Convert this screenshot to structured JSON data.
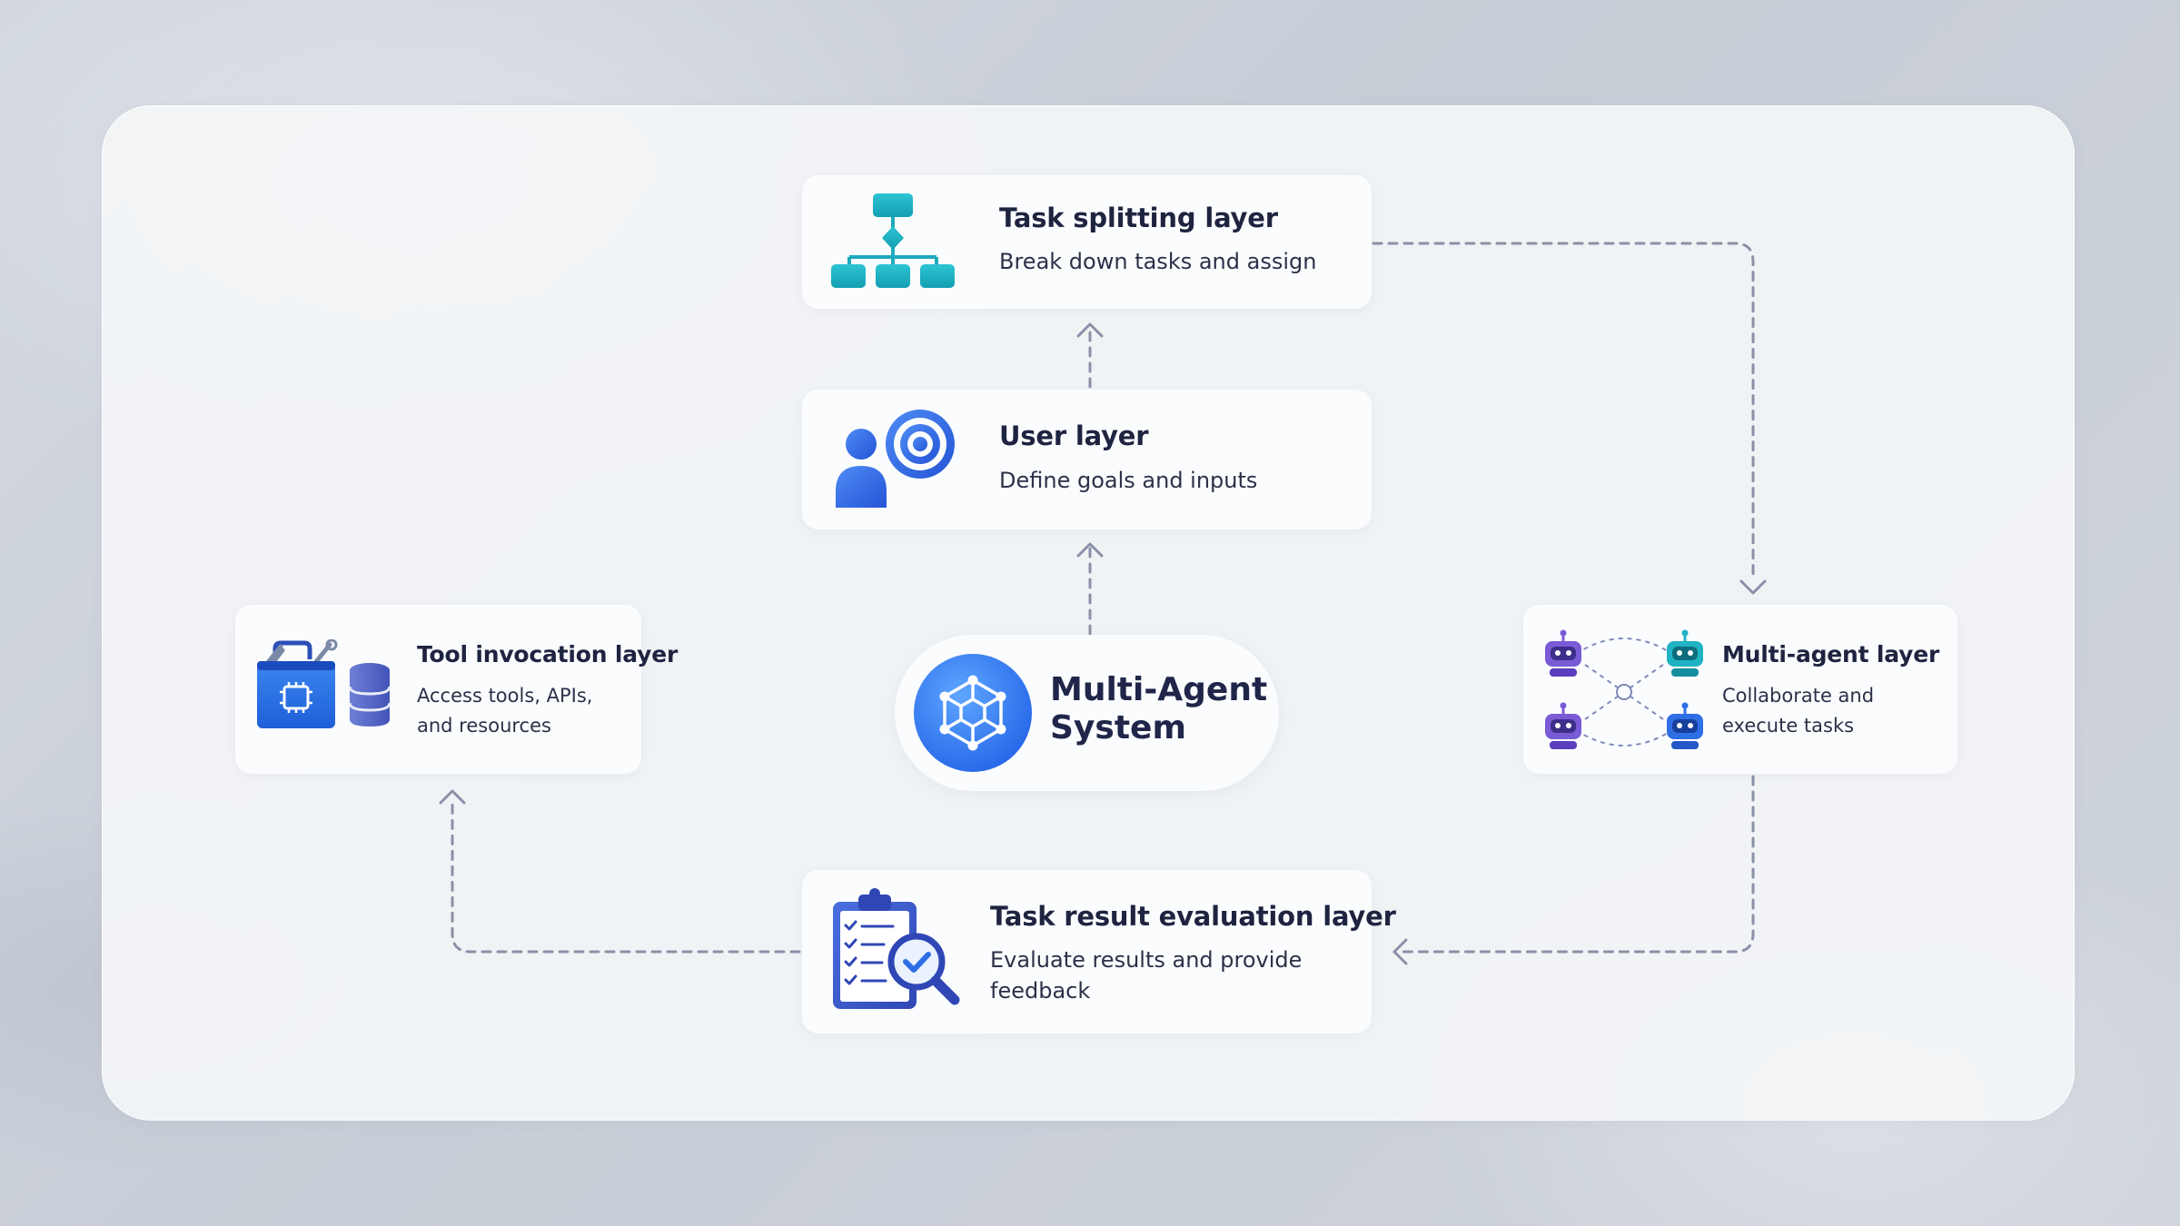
{
  "hub": {
    "title": "Multi-Agent System",
    "icon": "network-hexagon-icon"
  },
  "layers": {
    "task_splitting": {
      "title": "Task splitting layer",
      "description": "Break down tasks and assign",
      "icon": "hierarchy-flowchart-icon"
    },
    "user": {
      "title": "User layer",
      "description": "Define goals and inputs",
      "icon": "user-target-icon"
    },
    "tool_invocation": {
      "title": "Tool invocation layer",
      "description": "Access tools, APIs, and resources",
      "icon": "toolbox-database-icon"
    },
    "multi_agent": {
      "title": "Multi-agent layer",
      "description": "Collaborate and execute tasks",
      "icon": "robots-network-icon"
    },
    "evaluation": {
      "title": "Task result evaluation layer",
      "description": "Evaluate results and provide feedback",
      "icon": "clipboard-magnifier-icon"
    }
  },
  "colors": {
    "text": "#1e2440",
    "teal": "#1fb3c4",
    "blue": "#2f6fe6",
    "indigo": "#3a4fc8",
    "purple": "#7a5bd6",
    "connector": "#8a90a6"
  }
}
